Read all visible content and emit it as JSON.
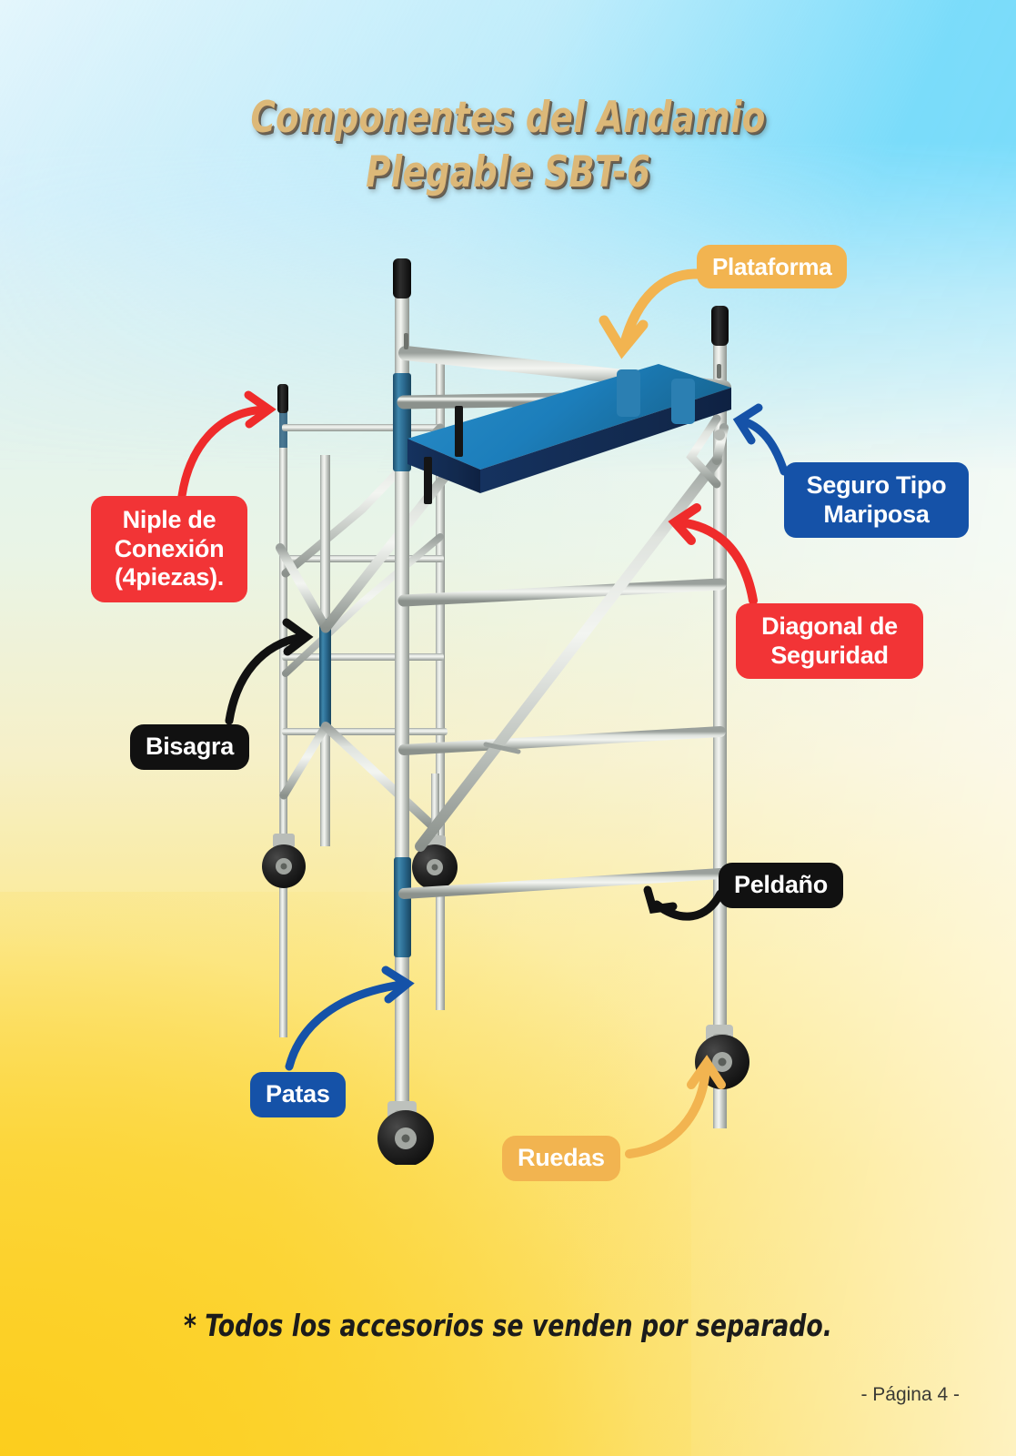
{
  "page": {
    "title_line1": "Componentes del Andamio",
    "title_line2": "Plegable SBT-6",
    "title_full": "Componentes del Andamio\nPlegable SBT-6",
    "footnote": "* Todos los accesorios se venden por separado.",
    "page_number_label": "- Página 4 -",
    "background_colors": {
      "top_left": "#e4f6fc",
      "top_right": "#7adcfb",
      "bottom_left": "#fbd32c",
      "bottom_right": "#faecb8"
    },
    "title_color": "#dcb878",
    "title_shadow_color": "#6f6150"
  },
  "callouts": [
    {
      "id": "plataforma",
      "label": "Plataforma",
      "color": "#f2b450",
      "color_name": "orange",
      "arrow_color": "#f2b450",
      "arrow_direction": "curve-down-left"
    },
    {
      "id": "seguro-tipo-mariposa",
      "label": "Seguro Tipo\nMariposa",
      "line1": "Seguro Tipo",
      "line2": "Mariposa",
      "color": "#1552a8",
      "color_name": "blue",
      "arrow_color": "#1552a8",
      "arrow_direction": "curve-up-left"
    },
    {
      "id": "niple-de-conexion",
      "label": "Niple de\nConexión\n(4piezas).",
      "line1": "Niple de",
      "line2": "Conexión",
      "line3": "(4piezas).",
      "color": "#f23436",
      "color_name": "red",
      "arrow_color": "#ef2b2b",
      "arrow_direction": "curve-up-right"
    },
    {
      "id": "diagonal-de-seguridad",
      "label": "Diagonal de\nSeguridad",
      "line1": "Diagonal de",
      "line2": "Seguridad",
      "color": "#f23436",
      "color_name": "red",
      "arrow_color": "#ef2b2b",
      "arrow_direction": "curve-up-left"
    },
    {
      "id": "bisagra",
      "label": "Bisagra",
      "color": "#111111",
      "color_name": "black",
      "arrow_color": "#111111",
      "arrow_direction": "curve-up-right"
    },
    {
      "id": "peldano",
      "label": "Peldaño",
      "color": "#111111",
      "color_name": "black",
      "arrow_color": "#111111",
      "arrow_direction": "curve-left"
    },
    {
      "id": "patas",
      "label": "Patas",
      "color": "#1552a8",
      "color_name": "blue",
      "arrow_color": "#1552a8",
      "arrow_direction": "curve-up-right"
    },
    {
      "id": "ruedas",
      "label": "Ruedas",
      "color": "#f2b450",
      "color_name": "orange",
      "arrow_color": "#f2b450",
      "arrow_direction": "curve-up-right"
    }
  ],
  "product": {
    "name": "Andamio Plegable SBT-6",
    "description": "Andamio plegable de aluminio con ruedas, plataforma azul, diagonales de seguridad y peldaños.",
    "frame_color": "#c9cdc9",
    "platform_color": "#1f7fc0",
    "platform_shadow_color": "#16305f",
    "sleeve_color": "#2e6f98",
    "cap_color": "#1a1a1a",
    "wheel_color": "#262626"
  }
}
